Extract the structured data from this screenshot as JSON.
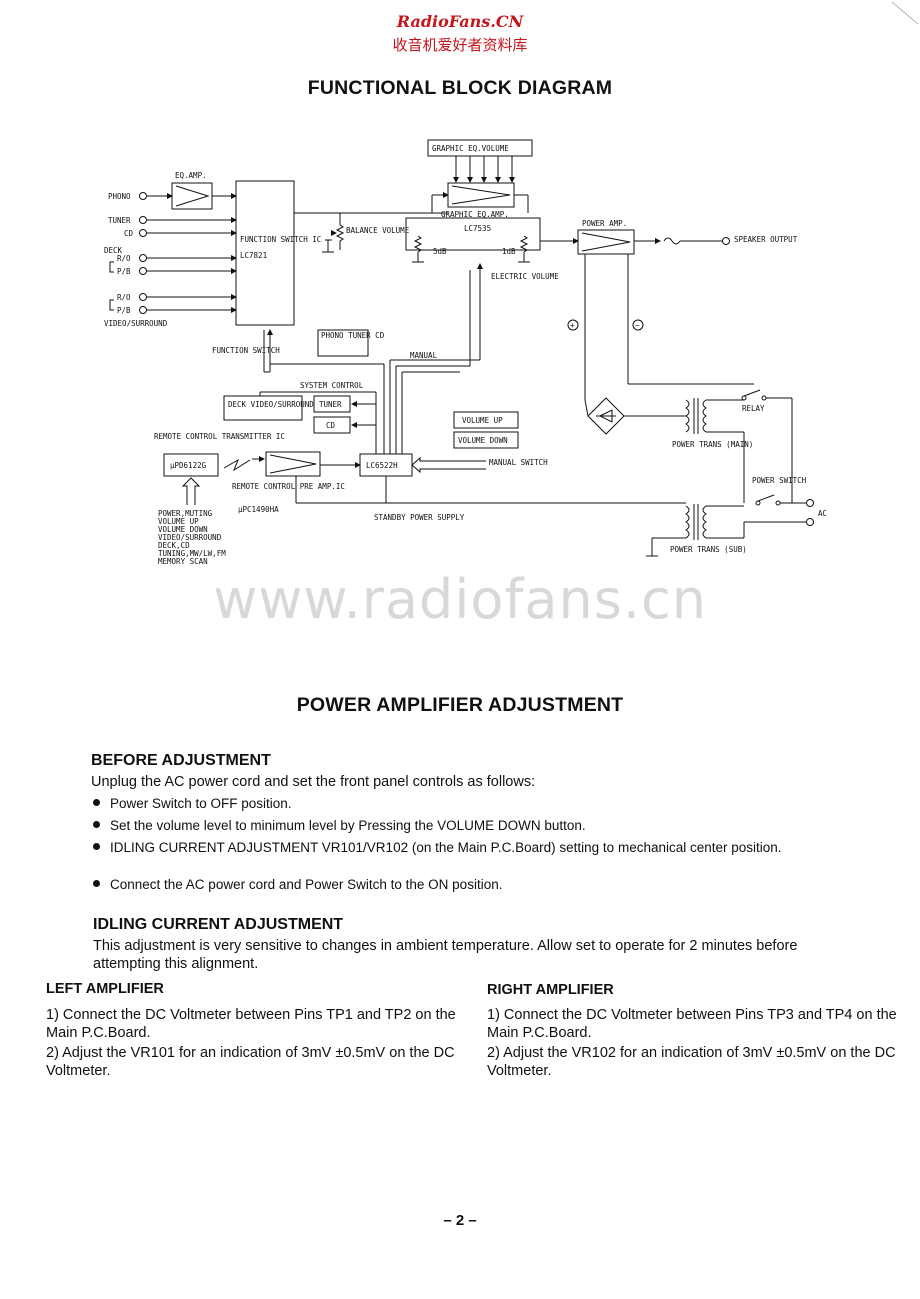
{
  "site": {
    "title": "RadioFans.CN",
    "subtitle": "收音机爱好者资料库"
  },
  "block_diagram": {
    "title": "FUNCTIONAL BLOCK DIAGRAM",
    "labels": {
      "graphic_eq_volume": "GRAPHIC EQ.VOLUME",
      "eq_amp": "EQ.AMP.",
      "phono": "PHONO",
      "tuner": "TUNER",
      "cd": "CD",
      "deck": "DECK",
      "rec": "R/O",
      "pb": "P/B",
      "video_surround": "VIDEO/SURROUND",
      "function_switch_ic": "FUNCTION SWITCH IC",
      "lc7821": "LC7821",
      "balance_volume": "BALANCE VOLUME",
      "graphic_eq_amp": "GRAPHIC EQ.AMP.",
      "lc7535": "LC7535",
      "db5": "5dB",
      "db1": "1dB",
      "electric_volume": "ELECTRIC VOLUME",
      "power_amp": "POWER AMP.",
      "speaker_output": "SPEAKER OUTPUT",
      "plus": "+",
      "minus": "−",
      "function_switch": "FUNCTION SWITCH",
      "phono_tuner_cd": "PHONO TUNER CD",
      "manual": "MANUAL",
      "system_control": "SYSTEM CONTROL",
      "deck_video_surround": "DECK VIDEO/SURROUND",
      "tuner_box": "TUNER",
      "cd_box": "CD",
      "volume_up": "VOLUME UP",
      "volume_down": "VOLUME DOWN",
      "relay": "RELAY",
      "power_trans_main": "POWER TRANS (MAIN)",
      "remote_control_transmitter_ic": "REMOTE CONTROL TRANSMITTER IC",
      "upd6122g": "µPD6122G",
      "lc6522h": "LC6522H",
      "manual_switch": "MANUAL SWITCH",
      "remote_control_pre_amp_ic": "REMOTE CONTROL PRE AMP.IC",
      "upc1490ha": "µPC1490HA",
      "standby_power_supply": "STANDBY POWER SUPPLY",
      "power_switch": "POWER SWITCH",
      "ac": "AC",
      "power_trans_sub": "POWER TRANS (SUB)",
      "key_list": [
        "POWER,MUTING",
        "VOLUME UP",
        "VOLUME DOWN",
        "VIDEO/SURROUND",
        "DECK,CD",
        "TUNING,MW/LW,FM",
        "MEMORY SCAN"
      ]
    }
  },
  "watermark": "www.radiofans.cn",
  "adjustment": {
    "title": "POWER AMPLIFIER ADJUSTMENT",
    "before": {
      "heading": "BEFORE ADJUSTMENT",
      "intro": "Unplug the AC power cord and set the front panel controls as follows:",
      "bullets": [
        "Power Switch to OFF position.",
        "Set the volume level to minimum level by Pressing the VOLUME DOWN button.",
        "IDLING CURRENT ADJUSTMENT VR101/VR102 (on the Main P.C.Board) setting to mechanical center position.",
        "Connect the AC power cord and Power Switch to the ON position."
      ]
    },
    "idling": {
      "heading": "IDLING CURRENT ADJUSTMENT",
      "text": "This adjustment is very sensitive to changes in ambient temperature. Allow set to operate for 2 minutes before attempting this alignment."
    },
    "left": {
      "heading": "LEFT AMPLIFIER",
      "steps": [
        "1) Connect the DC Voltmeter between Pins TP1 and TP2 on the Main P.C.Board.",
        "2) Adjust the VR101 for an indication of 3mV ±0.5mV on the DC Voltmeter."
      ]
    },
    "right": {
      "heading": "RIGHT AMPLIFIER",
      "steps": [
        "1) Connect the DC Voltmeter between Pins TP3 and TP4 on the Main P.C.Board.",
        "2) Adjust the VR102 for an indication of 3mV ±0.5mV on the DC Voltmeter."
      ]
    }
  },
  "page_number": "– 2 –"
}
